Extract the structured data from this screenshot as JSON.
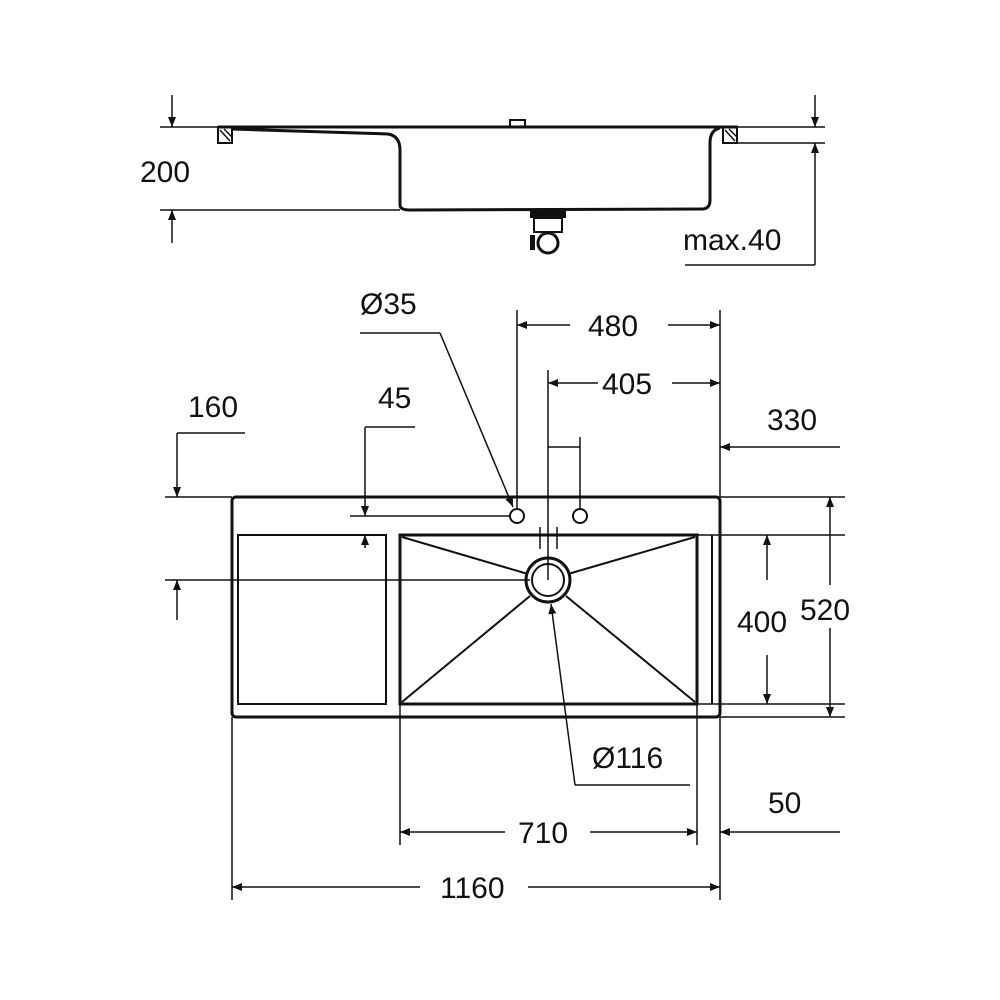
{
  "side_view": {
    "depth": "200",
    "max_thickness": "max.40"
  },
  "plan_view": {
    "tap_hole_diameter": "Ø35",
    "tap_offset_width": "480",
    "drain_offset_width": "405",
    "right_offset": "330",
    "top_offset": "160",
    "tap_hole_offset": "45",
    "bowl_depth": "400",
    "overall_depth": "520",
    "drain_diameter": "Ø116",
    "bowl_width": "710",
    "right_rim": "50",
    "overall_width": "1160"
  },
  "colors": {
    "line": "#111111",
    "background": "#ffffff"
  }
}
